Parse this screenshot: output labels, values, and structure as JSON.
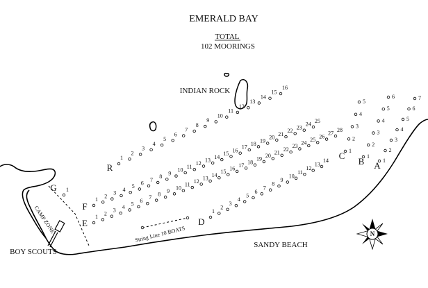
{
  "title": "EMERALD BAY",
  "total_label": "TOTAL",
  "moorings_label": "102 MOORINGS",
  "places": {
    "indian_rock": "INDIAN ROCK",
    "camp_zone": "CAMP ZONE",
    "boy_scouts": "BOY SCOUTS",
    "sandy_beach": "SANDY BEACH",
    "string_line": "String Line 10 BOATS"
  },
  "compass_letter": "N",
  "row_labels": [
    "R",
    "F",
    "E",
    "D",
    "C",
    "B",
    "A",
    "G"
  ],
  "rows": [
    {
      "id": "R",
      "numbers": [
        "1",
        "2",
        "3",
        "4",
        "5",
        "6",
        "7",
        "8",
        "9",
        "10",
        "11",
        "12",
        "13",
        "14",
        "15",
        "16"
      ]
    },
    {
      "id": "C",
      "numbers": [
        "1",
        "2",
        "3",
        "4",
        "5"
      ]
    },
    {
      "id": "B",
      "numbers": [
        "1",
        "2",
        "3",
        "4",
        "5",
        "6"
      ]
    },
    {
      "id": "A",
      "numbers": [
        "1",
        "2",
        "3",
        "4",
        "5",
        "6",
        "7"
      ]
    },
    {
      "id": "F",
      "numbers": [
        "1",
        "2",
        "3",
        "4",
        "5",
        "6",
        "7",
        "8",
        "9",
        "10",
        "11",
        "12",
        "13",
        "14",
        "15",
        "16",
        "17",
        "18",
        "19",
        "20",
        "21",
        "22",
        "23",
        "24",
        "25"
      ]
    },
    {
      "id": "E",
      "numbers": [
        "1",
        "2",
        "3",
        "4",
        "5",
        "6",
        "7",
        "8",
        "9",
        "10",
        "11",
        "12",
        "13",
        "14",
        "15",
        "16",
        "17",
        "18",
        "19",
        "20",
        "21",
        "22",
        "23",
        "24",
        "25",
        "26",
        "27",
        "28"
      ]
    },
    {
      "id": "D",
      "numbers": [
        "1",
        "2",
        "3",
        "4",
        "5",
        "6",
        "7",
        "8",
        "9",
        "10",
        "11",
        "12",
        "13",
        "14"
      ]
    },
    {
      "id": "G",
      "numbers": [
        "1"
      ]
    }
  ]
}
